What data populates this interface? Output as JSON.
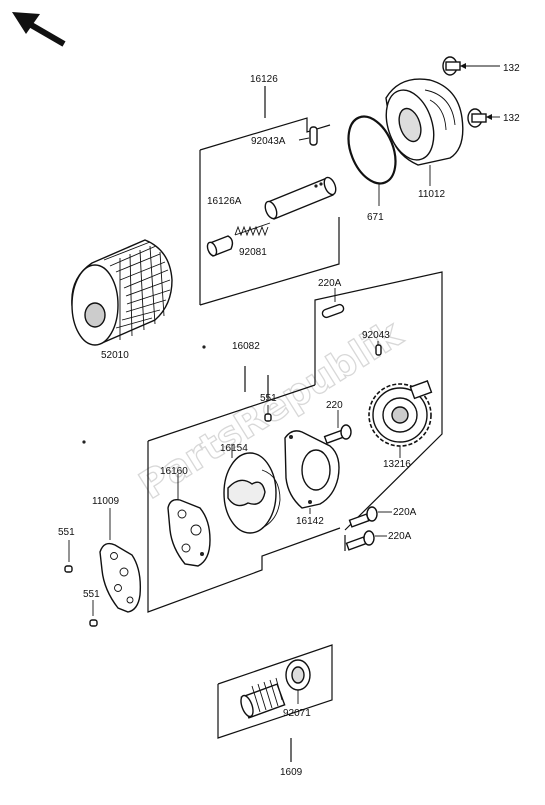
{
  "labels": {
    "l16126": "16126",
    "l92043A": "92043A",
    "l16126A": "16126A",
    "l92081": "92081",
    "l671": "671",
    "l11012": "11012",
    "l132a": "132",
    "l132b": "132",
    "l52010": "52010",
    "l16082": "16082",
    "l220A_top": "220A",
    "l92043": "92043",
    "l551_mid": "551",
    "l220": "220",
    "l16154": "16154",
    "l16160": "16160",
    "l13216": "13216",
    "l16142": "16142",
    "l220A_r1": "220A",
    "l220A_r2": "220A",
    "l11009": "11009",
    "l551_a": "551",
    "l551_b": "551",
    "l92071": "92071",
    "l1609": "1609"
  },
  "watermark": "PartsRepublik",
  "colors": {
    "ink": "#111111",
    "watermark": "#d8d8d8"
  }
}
